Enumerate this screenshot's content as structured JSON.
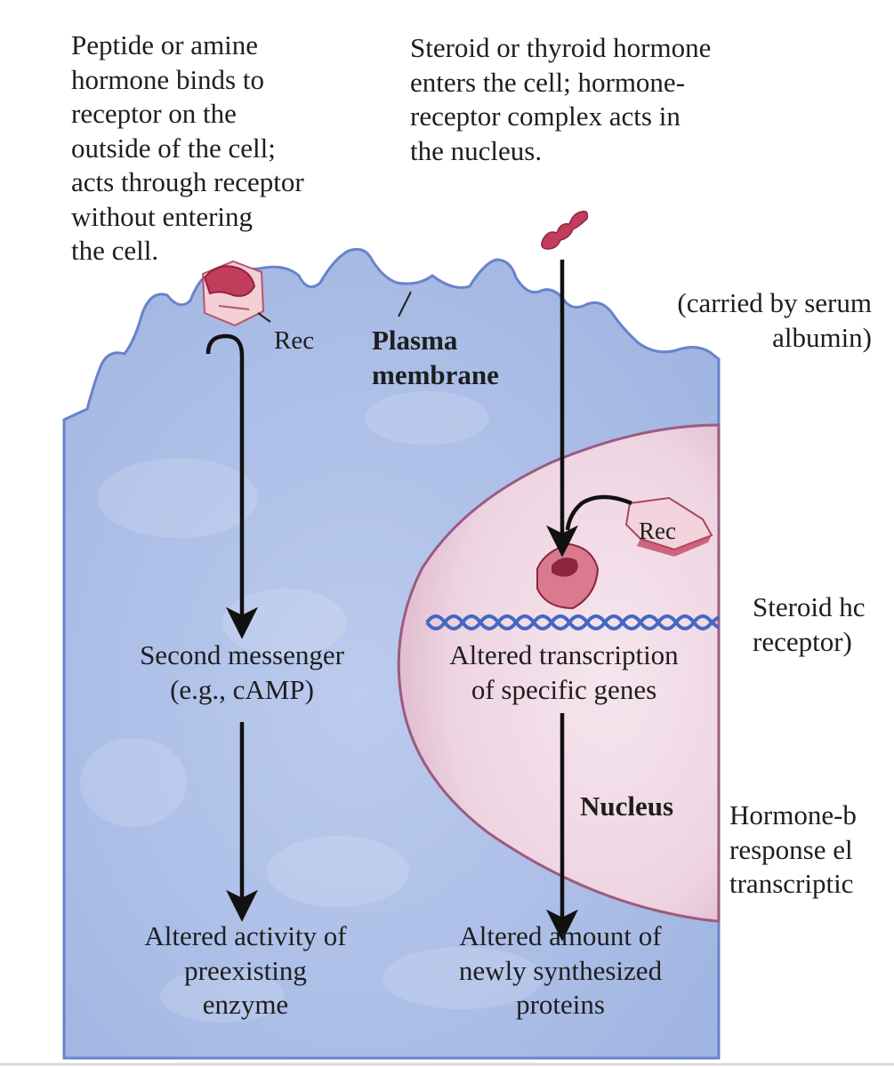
{
  "labels": {
    "peptide_hormone": "Peptide or amine\nhormone binds to\nreceptor on the\noutside of the cell;\nacts through receptor\nwithout entering\nthe cell.",
    "steroid_hormone": "Steroid or thyroid hormone\nenters the cell; hormone-\nreceptor complex acts in\nthe nucleus.",
    "carried_by_serum": "(carried by serum\nalbumin)",
    "rec_membrane": "Rec",
    "plasma_membrane": "Plasma\nmembrane",
    "rec_nucleus": "Rec",
    "second_messenger": "Second messenger\n(e.g., cAMP)",
    "altered_transcription": "Altered transcription\nof specific genes",
    "steroid_receptor_cut": "Steroid hc\nreceptor)",
    "nucleus": "Nucleus",
    "hormone_response_cut": "Hormone-b\nresponse el\ntranscriptic",
    "altered_activity": "Altered activity of\npreexisting\nenzyme",
    "altered_amount": "Altered amount of\nnewly synthesized\nproteins"
  },
  "colors": {
    "cell_cytoplasm": "#a9bde6",
    "cell_edge": "#5b76c4",
    "nucleus_fill": "#efd7e3",
    "nucleus_edge": "#8a4c73",
    "receptor": "#c23d5c",
    "dna": "#4a6fc8",
    "arrow": "#111111"
  },
  "icons": [
    "peptide-hormone-icon",
    "membrane-receptor-icon",
    "steroid-hormone-icon",
    "nuclear-receptor-icon",
    "hormone-receptor-complex-icon",
    "dna-helix-icon"
  ]
}
